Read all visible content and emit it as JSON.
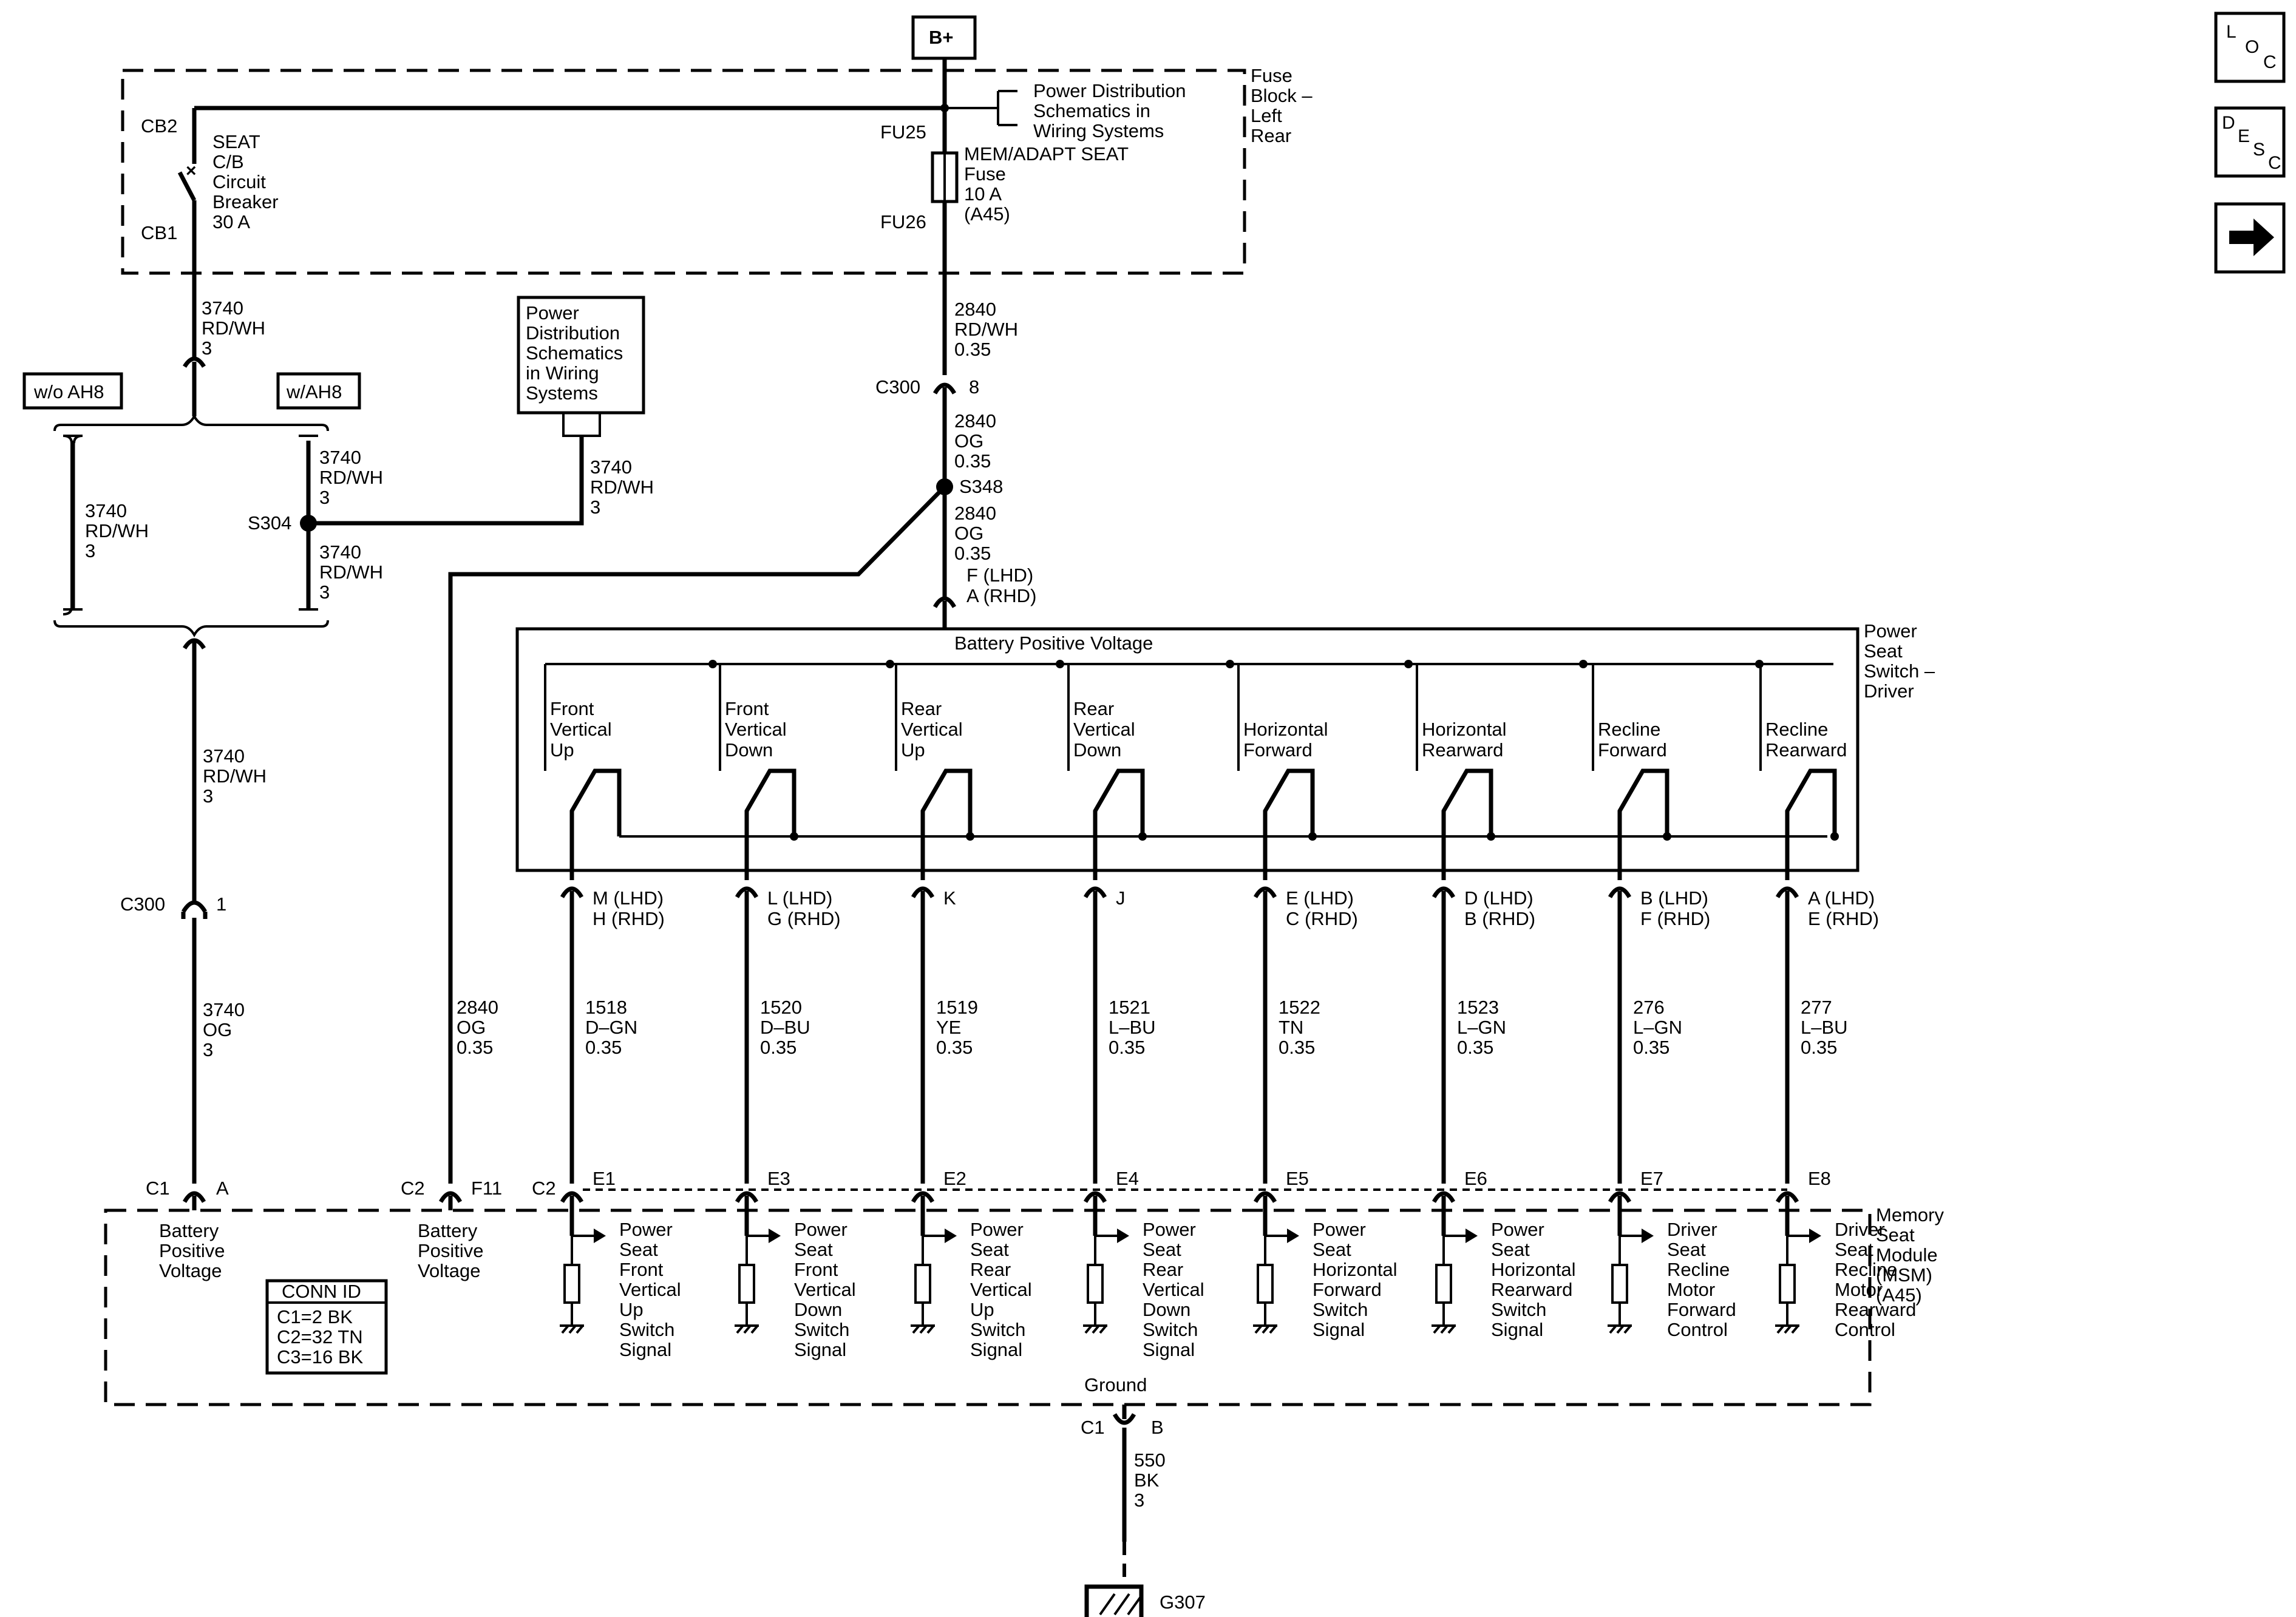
{
  "nav": {
    "loc": [
      "L",
      "O",
      "C"
    ],
    "desc": [
      "D",
      "E",
      "S",
      "C"
    ],
    "next_icon": "arrow-right-icon"
  },
  "battery": "B+",
  "fuse_block": {
    "label": [
      "Fuse",
      "Block –",
      "Left",
      "Rear"
    ],
    "cb_top": "CB2",
    "cb_bottom": "CB1",
    "breaker": [
      "SEAT",
      "C/B",
      "Circuit",
      "Breaker",
      "30 A"
    ],
    "fu_top": "FU25",
    "fu_bottom": "FU26",
    "fuse": [
      "MEM/ADAPT SEAT",
      "Fuse",
      "10 A",
      "(A45)"
    ],
    "pds_ref": [
      "Power Distribution",
      "Schematics in",
      "Wiring Systems"
    ]
  },
  "left_circuit": {
    "wire_top": [
      "3740",
      "RD/WH",
      "3"
    ],
    "option_left": "w/o AH8",
    "option_right": "w/AH8",
    "bypass": [
      "3740",
      "RD/WH",
      "3"
    ],
    "splice": "S304",
    "splice_top": [
      "3740",
      "RD/WH",
      "3"
    ],
    "splice_bottom": [
      "3740",
      "RD/WH",
      "3"
    ],
    "pds_box": [
      "Power",
      "Distribution",
      "Schematics",
      "in Wiring",
      "Systems"
    ],
    "pds_wire": [
      "3740",
      "RD/WH",
      "3"
    ],
    "wire_mid": [
      "3740",
      "RD/WH",
      "3"
    ],
    "conn": "C300",
    "conn_pin": "1",
    "wire_low": [
      "3740",
      "OG",
      "3"
    ],
    "msm_conn": "C1",
    "msm_pin": "A",
    "msm_label": [
      "Battery",
      "Positive",
      "Voltage"
    ]
  },
  "main_circuit": {
    "wire_a": [
      "2840",
      "RD/WH",
      "0.35"
    ],
    "conn": "C300",
    "conn_pin": "8",
    "wire_b": [
      "2840",
      "OG",
      "0.35"
    ],
    "splice": "S348",
    "wire_c": [
      "2840",
      "OG",
      "0.35"
    ],
    "pin_lhd": "F (LHD)",
    "pin_rhd": "A (RHD)",
    "branch_wire": [
      "2840",
      "OG",
      "0.35"
    ],
    "msm_conn": "C2",
    "msm_pin": "F11",
    "msm_label": [
      "Battery",
      "Positive",
      "Voltage"
    ]
  },
  "switch": {
    "title": [
      "Power",
      "Seat",
      "Switch –",
      "Driver"
    ],
    "bus": "Battery Positive Voltage",
    "contacts": [
      {
        "label": [
          "Front",
          "Vertical",
          "Up"
        ],
        "pins": [
          "M (LHD)",
          "H (RHD)"
        ],
        "wire": [
          "1518",
          "D–GN",
          "0.35"
        ],
        "msm_pin": "E1",
        "signal": [
          "Power",
          "Seat",
          "Front",
          "Vertical",
          "Up",
          "Switch",
          "Signal"
        ]
      },
      {
        "label": [
          "Front",
          "Vertical",
          "Down"
        ],
        "pins": [
          "L (LHD)",
          "G (RHD)"
        ],
        "wire": [
          "1520",
          "D–BU",
          "0.35"
        ],
        "msm_pin": "E3",
        "signal": [
          "Power",
          "Seat",
          "Front",
          "Vertical",
          "Down",
          "Switch",
          "Signal"
        ]
      },
      {
        "label": [
          "Rear",
          "Vertical",
          "Up"
        ],
        "pins": [
          "K"
        ],
        "wire": [
          "1519",
          "YE",
          "0.35"
        ],
        "msm_pin": "E2",
        "signal": [
          "Power",
          "Seat",
          "Rear",
          "Vertical",
          "Up",
          "Switch",
          "Signal"
        ]
      },
      {
        "label": [
          "Rear",
          "Vertical",
          "Down"
        ],
        "pins": [
          "J"
        ],
        "wire": [
          "1521",
          "L–BU",
          "0.35"
        ],
        "msm_pin": "E4",
        "signal": [
          "Power",
          "Seat",
          "Rear",
          "Vertical",
          "Down",
          "Switch",
          "Signal"
        ]
      },
      {
        "label": [
          "Horizontal",
          "Forward"
        ],
        "pins": [
          "E (LHD)",
          "C (RHD)"
        ],
        "wire": [
          "1522",
          "TN",
          "0.35"
        ],
        "msm_pin": "E5",
        "signal": [
          "Power",
          "Seat",
          "Horizontal",
          "Forward",
          "Switch",
          "Signal"
        ]
      },
      {
        "label": [
          "Horizontal",
          "Rearward"
        ],
        "pins": [
          "D (LHD)",
          "B (RHD)"
        ],
        "wire": [
          "1523",
          "L–GN",
          "0.35"
        ],
        "msm_pin": "E6",
        "signal": [
          "Power",
          "Seat",
          "Horizontal",
          "Rearward",
          "Switch",
          "Signal"
        ]
      },
      {
        "label": [
          "Recline",
          "Forward"
        ],
        "pins": [
          "B (LHD)",
          "F (RHD)"
        ],
        "wire": [
          "276",
          "L–GN",
          "0.35"
        ],
        "msm_pin": "E7",
        "signal": [
          "Driver",
          "Seat",
          "Recline",
          "Motor",
          "Forward",
          "Control"
        ]
      },
      {
        "label": [
          "Recline",
          "Rearward"
        ],
        "pins": [
          "A (LHD)",
          "E (RHD)"
        ],
        "wire": [
          "277",
          "L–BU",
          "0.35"
        ],
        "msm_pin": "E8",
        "signal": [
          "Driver",
          "Seat",
          "Recline",
          "Motor",
          "Rearward",
          "Control"
        ]
      }
    ],
    "msm_conn": "C2"
  },
  "module": {
    "title": [
      "Memory",
      "Seat",
      "Module",
      "(MSM)",
      "(A45)"
    ],
    "conn_id": [
      "CONN ID",
      "C1=2 BK",
      "C2=32 TN",
      "C3=16 BK"
    ],
    "ground_label": "Ground",
    "ground_conn": "C1",
    "ground_pin": "B",
    "ground_wire": [
      "550",
      "BK",
      "3"
    ],
    "ground_id": "G307"
  }
}
